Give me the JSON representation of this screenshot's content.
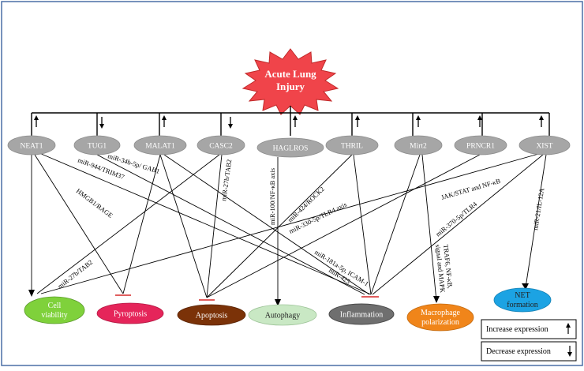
{
  "title": "Acute Lung\nInjury",
  "title_lines": [
    "Acute Lung",
    "Injury"
  ],
  "colors": {
    "burst_fill": "#f0444a",
    "burst_stroke": "#c02a2a",
    "gene_fill": "#a6a6a6",
    "cell_viability": "#7fd13b",
    "pyroptosis": "#e5255a",
    "apoptosis": "#7b3208",
    "autophagy": "#c9e8c4",
    "inflammation": "#6f6f6f",
    "macrophage_polarization": "#f0851a",
    "net_formation": "#1ca3e3",
    "inhibit_bar": "#d62828"
  },
  "genes": [
    {
      "name": "NEAT1",
      "trend": "increase",
      "arrow": "up-arrow-icon"
    },
    {
      "name": "TUG1",
      "trend": "decrease",
      "arrow": "down-arrow-icon"
    },
    {
      "name": "MALAT1",
      "trend": "increase",
      "arrow": "up-arrow-icon"
    },
    {
      "name": "CASC2",
      "trend": "decrease",
      "arrow": "down-arrow-icon"
    },
    {
      "name": "HAGLROS",
      "trend": "increase",
      "arrow": "up-arrow-icon"
    },
    {
      "name": "THRIL",
      "trend": "increase",
      "arrow": "up-arrow-icon"
    },
    {
      "name": "Mirt2",
      "trend": "increase",
      "arrow": "up-arrow-icon"
    },
    {
      "name": "PRNCR1",
      "trend": "increase",
      "arrow": "up-arrow-icon"
    },
    {
      "name": "XIST",
      "trend": "increase",
      "arrow": "up-arrow-icon"
    }
  ],
  "outcomes": [
    {
      "name": "Cell viability",
      "lines": [
        "Cell",
        "viability"
      ]
    },
    {
      "name": "Pyroptosis",
      "lines": [
        "Pyroptosis"
      ]
    },
    {
      "name": "Apoptosis",
      "lines": [
        "Apoptosis"
      ]
    },
    {
      "name": "Autophagy",
      "lines": [
        "Autophagy"
      ]
    },
    {
      "name": "Inflammation",
      "lines": [
        "Inflammation"
      ]
    },
    {
      "name": "Macrophage polarization",
      "lines": [
        "Macrophage",
        "polarization"
      ]
    },
    {
      "name": "NET formation",
      "lines": [
        "NET",
        "formation"
      ]
    }
  ],
  "edge_labels": {
    "neat1_inflammation": "miR-944/TRIM37",
    "tug1_apoptosis": "miR-34b-5p/ GAB1",
    "neat1_pyroptosis": "HMGB1/RAGE",
    "casc2_cell": "miR-27b/TAB2",
    "casc2_apoptosis": "miR-27b/TAB2",
    "haglros_autophagy": "miR-100/NF-κB axis",
    "thril_apoptosis": "miR-424/ROCK2",
    "prncr1_apoptosis": "miR-330-5p/TLR4 axis",
    "xist_cell": "JAK/STAT and NF-κB",
    "xist_inflammation": "miR-370-5p/TLR4",
    "xist_net": "miR-21/IL-12A",
    "malat1_inflammation_a": "miR-181a-5p, ICAM-1",
    "malat1_inflammation_b": "miR-425",
    "mirt2_macrophage": "TRAF6, NF-κB,",
    "mirt2_macrophage_2": "signal and MAPK"
  },
  "legend": {
    "increase": "Increase expression",
    "decrease": "Decrease expression"
  }
}
